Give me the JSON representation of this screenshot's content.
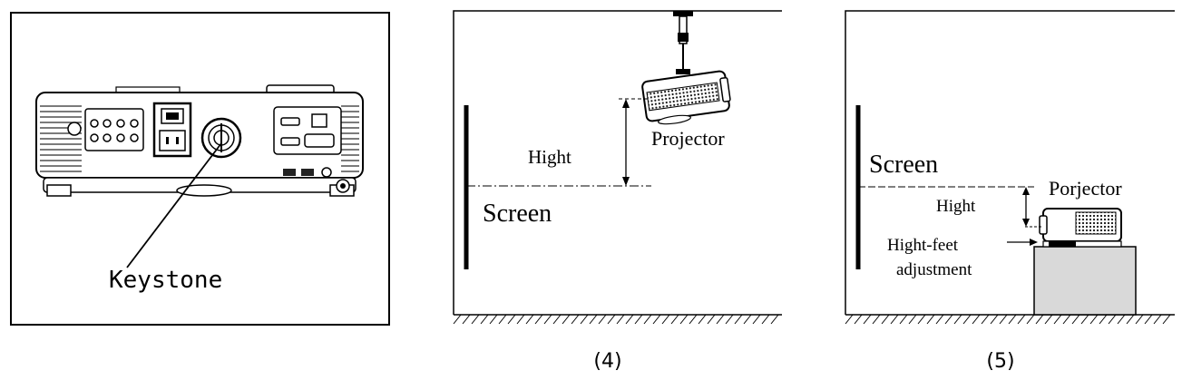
{
  "panel_left": {
    "keystone_label": "Keystone"
  },
  "panel_ceiling": {
    "projector_label": "Projector",
    "height_label": "Hight",
    "screen_label": "Screen",
    "caption": "(4)"
  },
  "panel_table": {
    "projector_label": "Porjector",
    "height_label": "Hight",
    "screen_label": "Screen",
    "feet_label_line1": "Hight-feet",
    "feet_label_line2": "adjustment",
    "caption": "(5)"
  }
}
